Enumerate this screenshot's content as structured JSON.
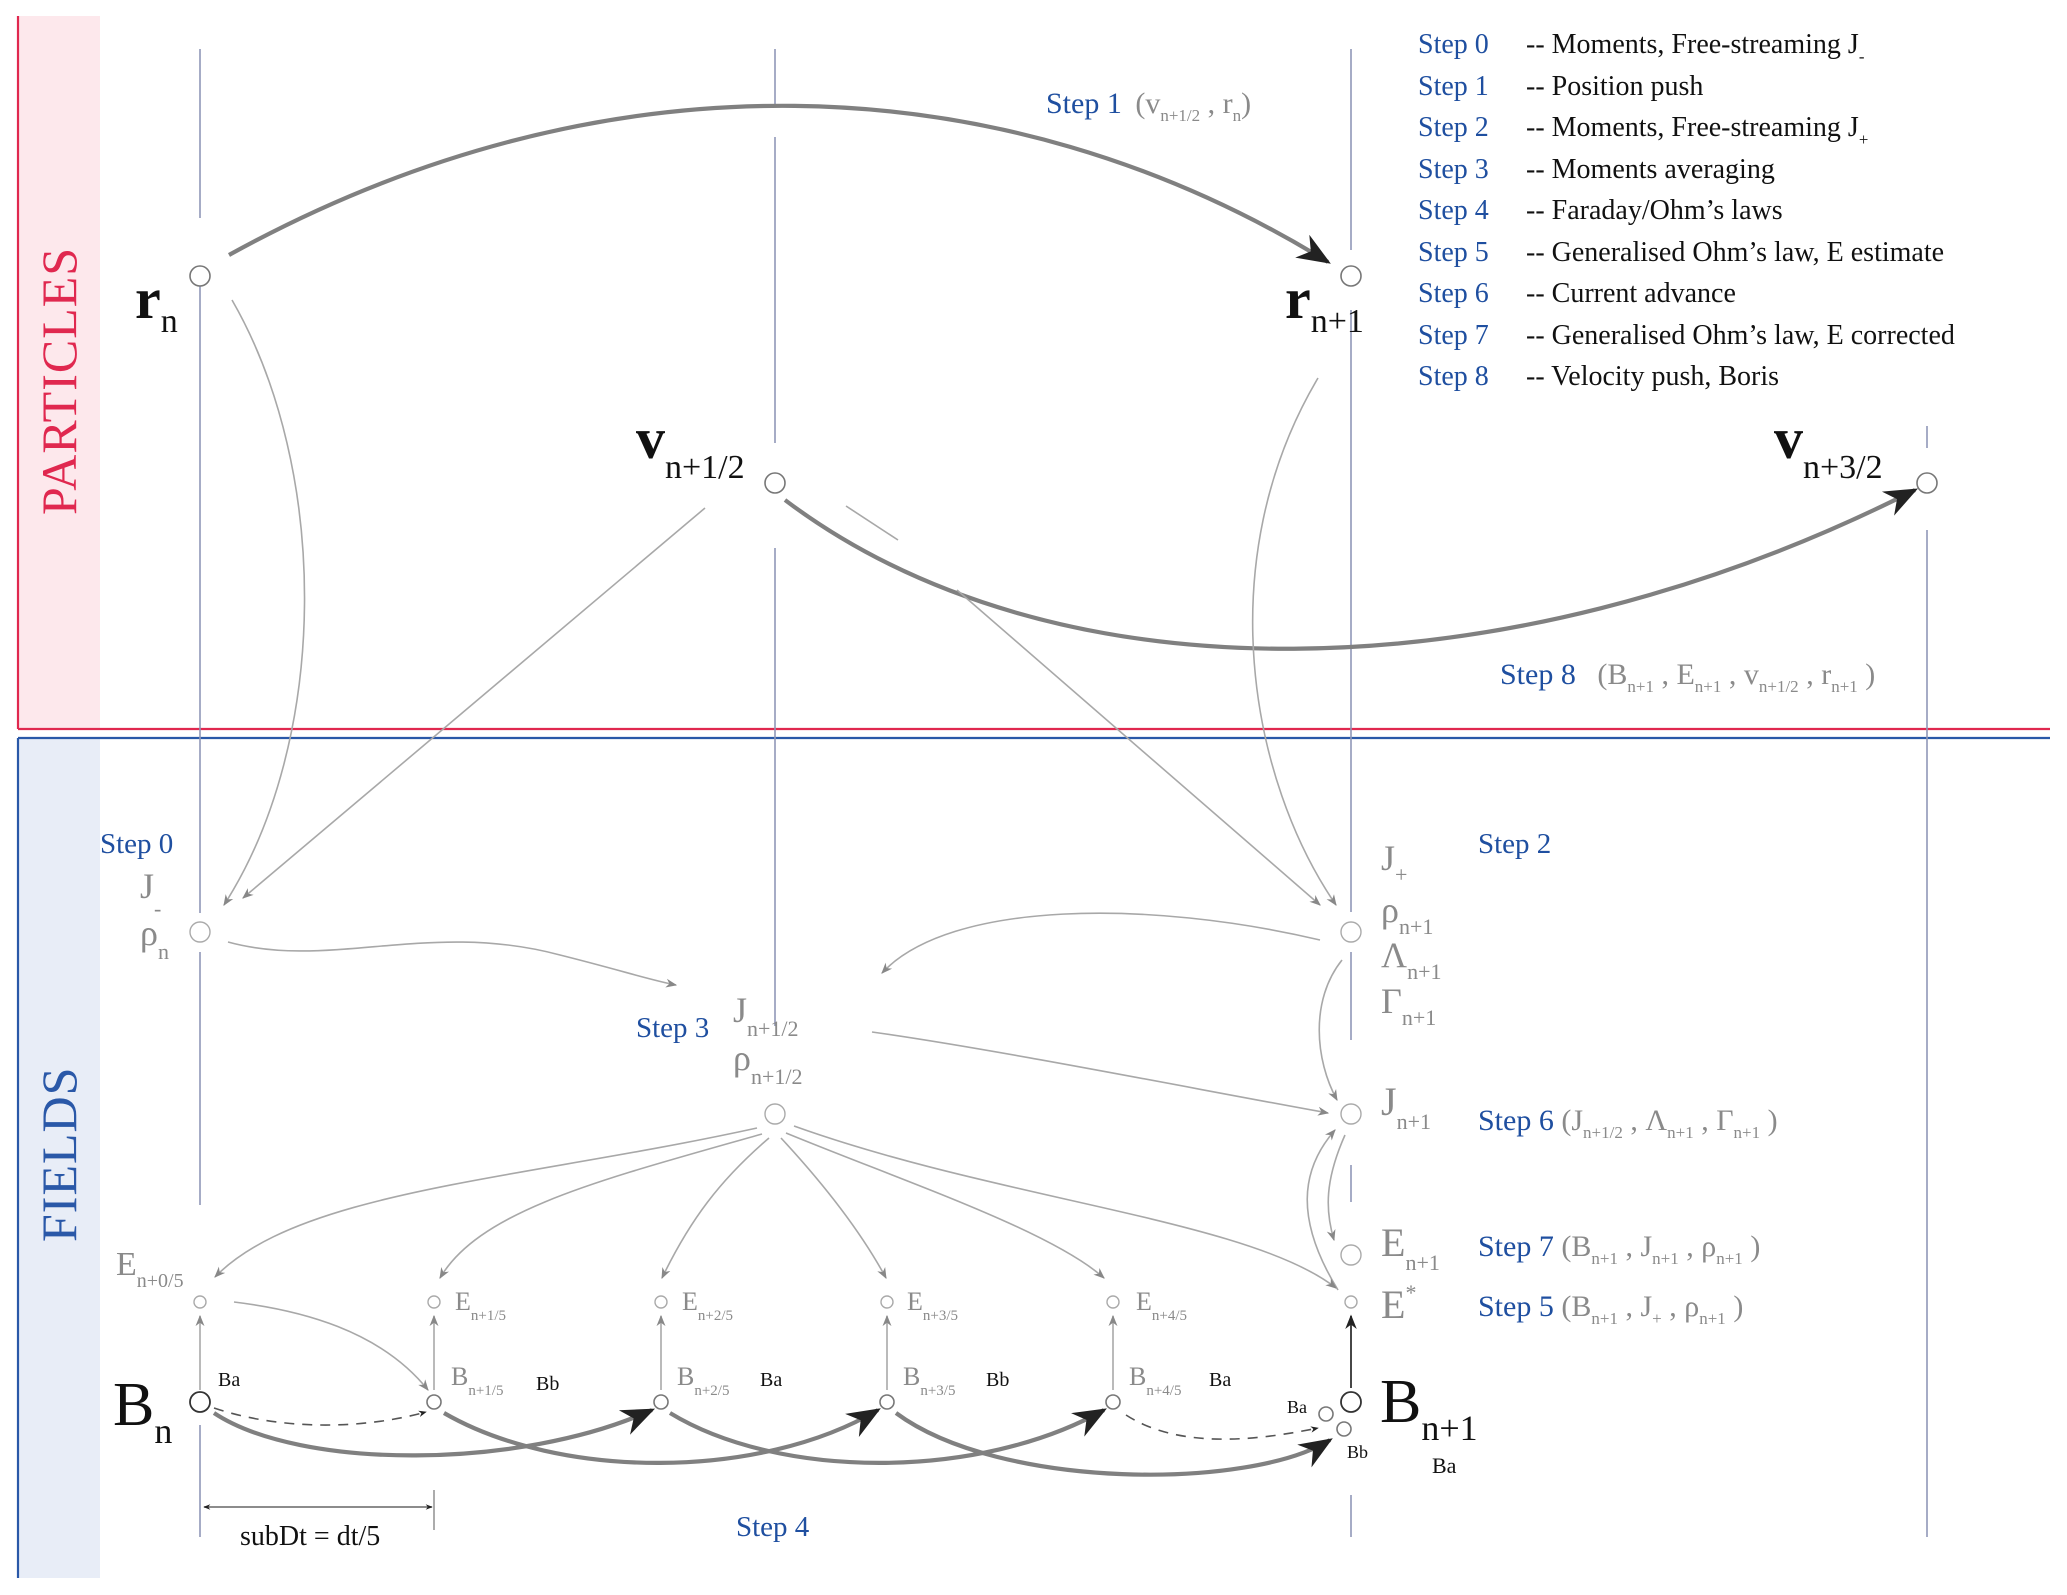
{
  "sections": {
    "particles": {
      "label": "PARTICLES",
      "color": "#e0284f",
      "band": "#fde8ec"
    },
    "fields": {
      "label": "FIELDS",
      "color": "#2a58a8",
      "band": "#e8edf7"
    }
  },
  "legend": [
    {
      "step": "Step 0",
      "desc": "-- Moments, Free-streaming J",
      "sub": "-"
    },
    {
      "step": "Step 1",
      "desc": "-- Position push",
      "sub": ""
    },
    {
      "step": "Step 2",
      "desc": "-- Moments, Free-streaming J",
      "sub": "+"
    },
    {
      "step": "Step 3",
      "desc": "-- Moments averaging",
      "sub": ""
    },
    {
      "step": "Step 4",
      "desc": "-- Faraday/Ohm’s laws",
      "sub": ""
    },
    {
      "step": "Step 5",
      "desc": "-- Generalised Ohm’s law, E estimate",
      "sub": ""
    },
    {
      "step": "Step 6",
      "desc": "-- Current advance",
      "sub": ""
    },
    {
      "step": "Step 7",
      "desc": "-- Generalised Ohm’s law, E corrected",
      "sub": ""
    },
    {
      "step": "Step 8",
      "desc": "-- Velocity push, Boris",
      "sub": ""
    }
  ],
  "particles": {
    "r_n": {
      "base": "r",
      "sub": "n"
    },
    "r_n1": {
      "base": "r",
      "sub": "n+1"
    },
    "v_half": {
      "base": "v",
      "sub": "n+1/2"
    },
    "v_3half": {
      "base": "v",
      "sub": "n+3/2"
    },
    "step1": {
      "label": "Step 1",
      "args": [
        {
          "b": "v",
          "s": "n+1/2"
        },
        {
          "b": "r",
          "s": "n"
        }
      ]
    },
    "step8": {
      "label": "Step 8",
      "args": [
        {
          "b": "B",
          "s": "n+1"
        },
        {
          "b": "E",
          "s": "n+1"
        },
        {
          "b": "v",
          "s": "n+1/2"
        },
        {
          "b": "r",
          "s": "n+1"
        }
      ]
    }
  },
  "fields": {
    "step0": "Step 0",
    "step2": "Step 2",
    "step3": "Step 3",
    "step4": "Step 4",
    "j_minus": {
      "J": "J",
      "Jsub": "-",
      "rho": "ρ",
      "rhosub": "n"
    },
    "j_plus": [
      {
        "b": "J",
        "s": "+"
      },
      {
        "b": "ρ",
        "s": "n+1"
      },
      {
        "b": "Λ",
        "s": "n+1"
      },
      {
        "b": "Γ",
        "s": "n+1"
      }
    ],
    "j_half": [
      {
        "b": "J",
        "s": "n+1/2"
      },
      {
        "b": "ρ",
        "s": "n+1/2"
      }
    ],
    "j_n1": {
      "b": "J",
      "s": "n+1"
    },
    "e_n1": {
      "b": "E",
      "s": "n+1"
    },
    "e_star": {
      "b": "E",
      "sup": "*"
    },
    "step6": {
      "label": "Step 6",
      "args": [
        {
          "b": "J",
          "s": "n+1/2"
        },
        {
          "b": "Λ",
          "s": "n+1"
        },
        {
          "b": "Γ",
          "s": "n+1"
        }
      ]
    },
    "step7": {
      "label": "Step 7",
      "args": [
        {
          "b": "B",
          "s": "n+1"
        },
        {
          "b": "J",
          "s": "n+1"
        },
        {
          "b": "ρ",
          "s": "n+1"
        }
      ]
    },
    "step5": {
      "label": "Step 5",
      "args": [
        {
          "b": "B",
          "s": "n+1"
        },
        {
          "b": "J",
          "s": "+"
        },
        {
          "b": "ρ",
          "s": "n+1"
        }
      ]
    },
    "e_sub": [
      {
        "b": "E",
        "s": "n+0/5"
      },
      {
        "b": "E",
        "s": "n+1/5"
      },
      {
        "b": "E",
        "s": "n+2/5"
      },
      {
        "b": "E",
        "s": "n+3/5"
      },
      {
        "b": "E",
        "s": "n+4/5"
      }
    ],
    "b_sub": [
      {
        "b": "B",
        "s": "n+1/5"
      },
      {
        "b": "B",
        "s": "n+2/5"
      },
      {
        "b": "B",
        "s": "n+3/5"
      },
      {
        "b": "B",
        "s": "n+4/5"
      }
    ],
    "b_n": {
      "b": "B",
      "s": "n"
    },
    "b_n1": {
      "b": "B",
      "s": "n+1"
    },
    "ba_bb_labels": [
      "Ba",
      "Bb",
      "Ba",
      "Bb",
      "Ba"
    ],
    "ba_label": "Ba",
    "bb_label": "Bb",
    "ba_below": "Ba",
    "subdt": "subDt = dt/5"
  }
}
